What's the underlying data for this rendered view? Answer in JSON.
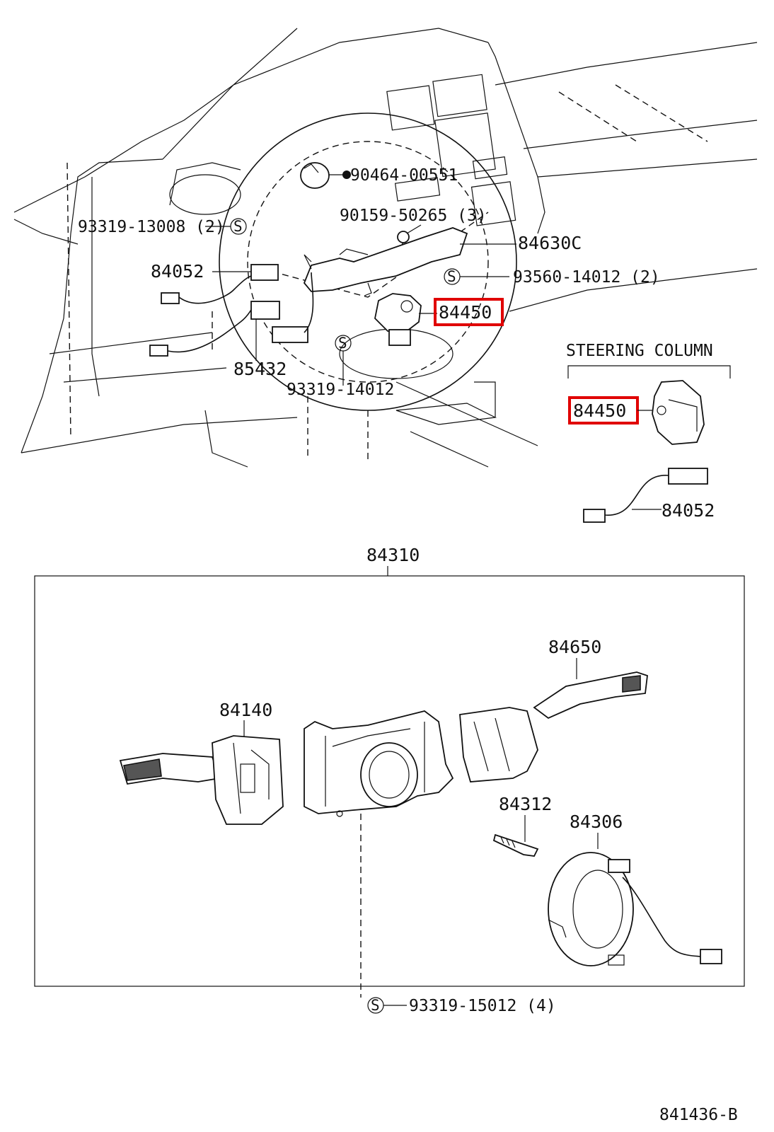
{
  "labels": {
    "p90464": "90464-00551",
    "p90159": "90159-50265 (3)",
    "p93319a": "93319-13008 (2)",
    "p84630": "84630C",
    "p84052a": "84052",
    "p93560": "93560-14012 (2)",
    "p84450a": "84450",
    "p85432": "85432",
    "p93319b": "93319-14012",
    "steering_column": "STEERING COLUMN",
    "p84450b": "84450",
    "p84052b": "84052",
    "p84310": "84310",
    "p84650": "84650",
    "p84140": "84140",
    "p84312": "84312",
    "p84306": "84306",
    "p93319c": "93319-15012 (4)",
    "figure_id": "841436-B"
  },
  "symbols": {
    "s_mark": "S"
  },
  "colors": {
    "highlight": "#e00000",
    "line": "#111111"
  }
}
